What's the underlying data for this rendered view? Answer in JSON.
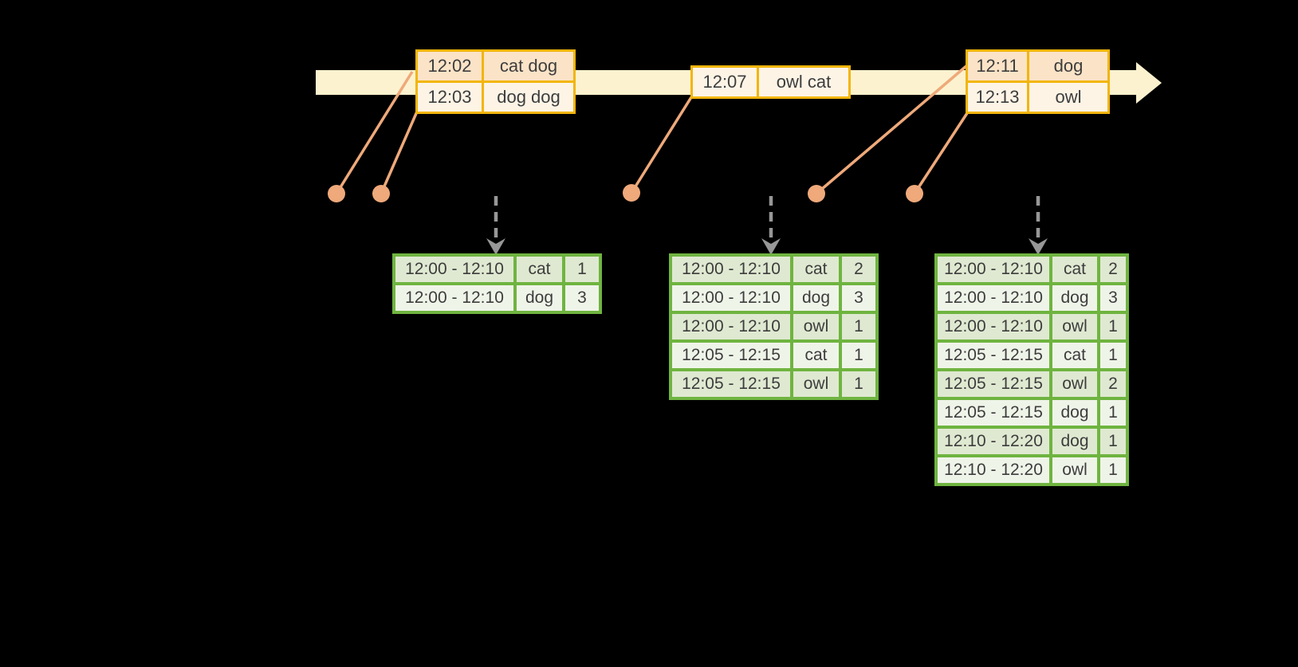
{
  "diagram": {
    "kind": "windowed-streaming-aggregation-timeline"
  },
  "colors": {
    "background": "#000000",
    "timeline_bar": "#fdf2cf",
    "event_table_border": "#f2b50a",
    "event_row_dark": "#fbe3c7",
    "event_row_light": "#fdf4e6",
    "result_table_border": "#6fb440",
    "result_row_dark": "#dfe9d1",
    "result_row_light": "#eff4e9",
    "connector_line": "#efa97a",
    "event_dot": "#efa97a",
    "trigger_arrow": "#979797",
    "text": "#3d3d3d"
  },
  "graphics": {
    "timeline_icon": "right-arrow",
    "trigger_icon": "dashed-down-arrow",
    "event_marker_icon": "dot"
  },
  "event_tables": [
    {
      "shade_start": "dark",
      "rows": [
        [
          "12:02",
          "cat dog"
        ],
        [
          "12:03",
          "dog dog"
        ]
      ]
    },
    {
      "shade_start": "light",
      "rows": [
        [
          "12:07",
          "owl cat"
        ]
      ]
    },
    {
      "shade_start": "dark",
      "rows": [
        [
          "12:11",
          "dog"
        ],
        [
          "12:13",
          "owl"
        ]
      ]
    }
  ],
  "result_tables": [
    {
      "shade_start": "dark",
      "rows": [
        [
          "12:00 - 12:10",
          "cat",
          "1"
        ],
        [
          "12:00 - 12:10",
          "dog",
          "3"
        ]
      ]
    },
    {
      "shade_start": "dark",
      "rows": [
        [
          "12:00 - 12:10",
          "cat",
          "2"
        ],
        [
          "12:00 - 12:10",
          "dog",
          "3"
        ],
        [
          "12:00 - 12:10",
          "owl",
          "1"
        ],
        [
          "12:05 - 12:15",
          "cat",
          "1"
        ],
        [
          "12:05 - 12:15",
          "owl",
          "1"
        ]
      ]
    },
    {
      "shade_start": "dark",
      "rows": [
        [
          "12:00 - 12:10",
          "cat",
          "2"
        ],
        [
          "12:00 - 12:10",
          "dog",
          "3"
        ],
        [
          "12:00 - 12:10",
          "owl",
          "1"
        ],
        [
          "12:05 - 12:15",
          "cat",
          "1"
        ],
        [
          "12:05 - 12:15",
          "owl",
          "2"
        ],
        [
          "12:05 - 12:15",
          "dog",
          "1"
        ],
        [
          "12:10 - 12:20",
          "dog",
          "1"
        ],
        [
          "12:10 - 12:20",
          "owl",
          "1"
        ]
      ]
    }
  ]
}
